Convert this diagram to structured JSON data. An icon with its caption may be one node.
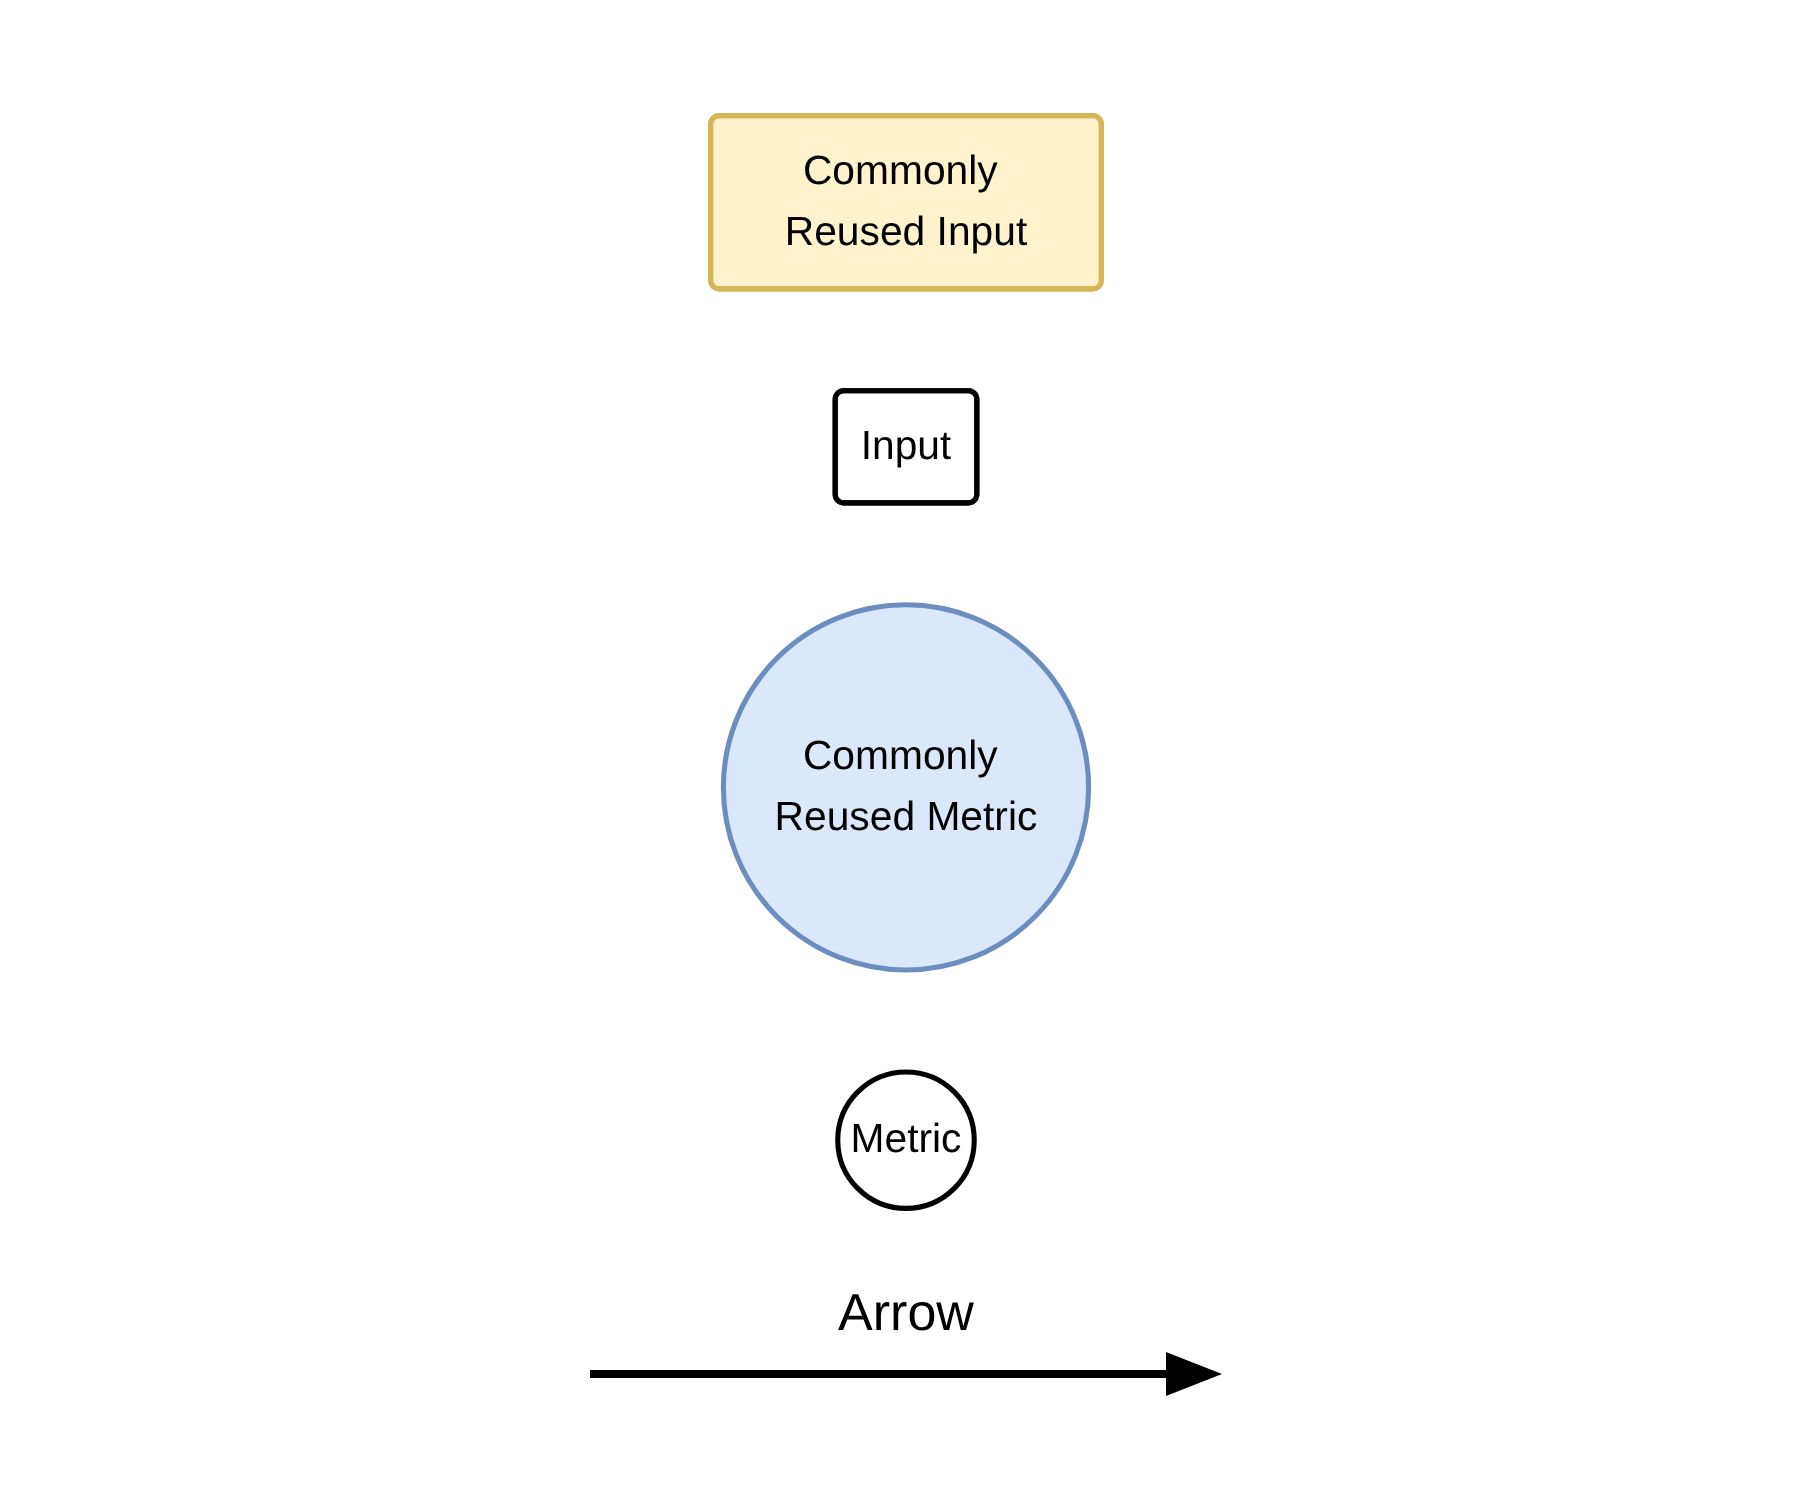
{
  "diagram": {
    "nodes": [
      {
        "text": [
          "Commonly Reused Input"
        ]
      },
      {
        "text": [
          "Input"
        ]
      },
      {
        "text": [
          "Commonly Reused Metric"
        ]
      },
      {
        "text": [
          "Metric"
        ]
      }
    ],
    "legend": [
      {
        "text": "Arrow"
      }
    ]
  }
}
